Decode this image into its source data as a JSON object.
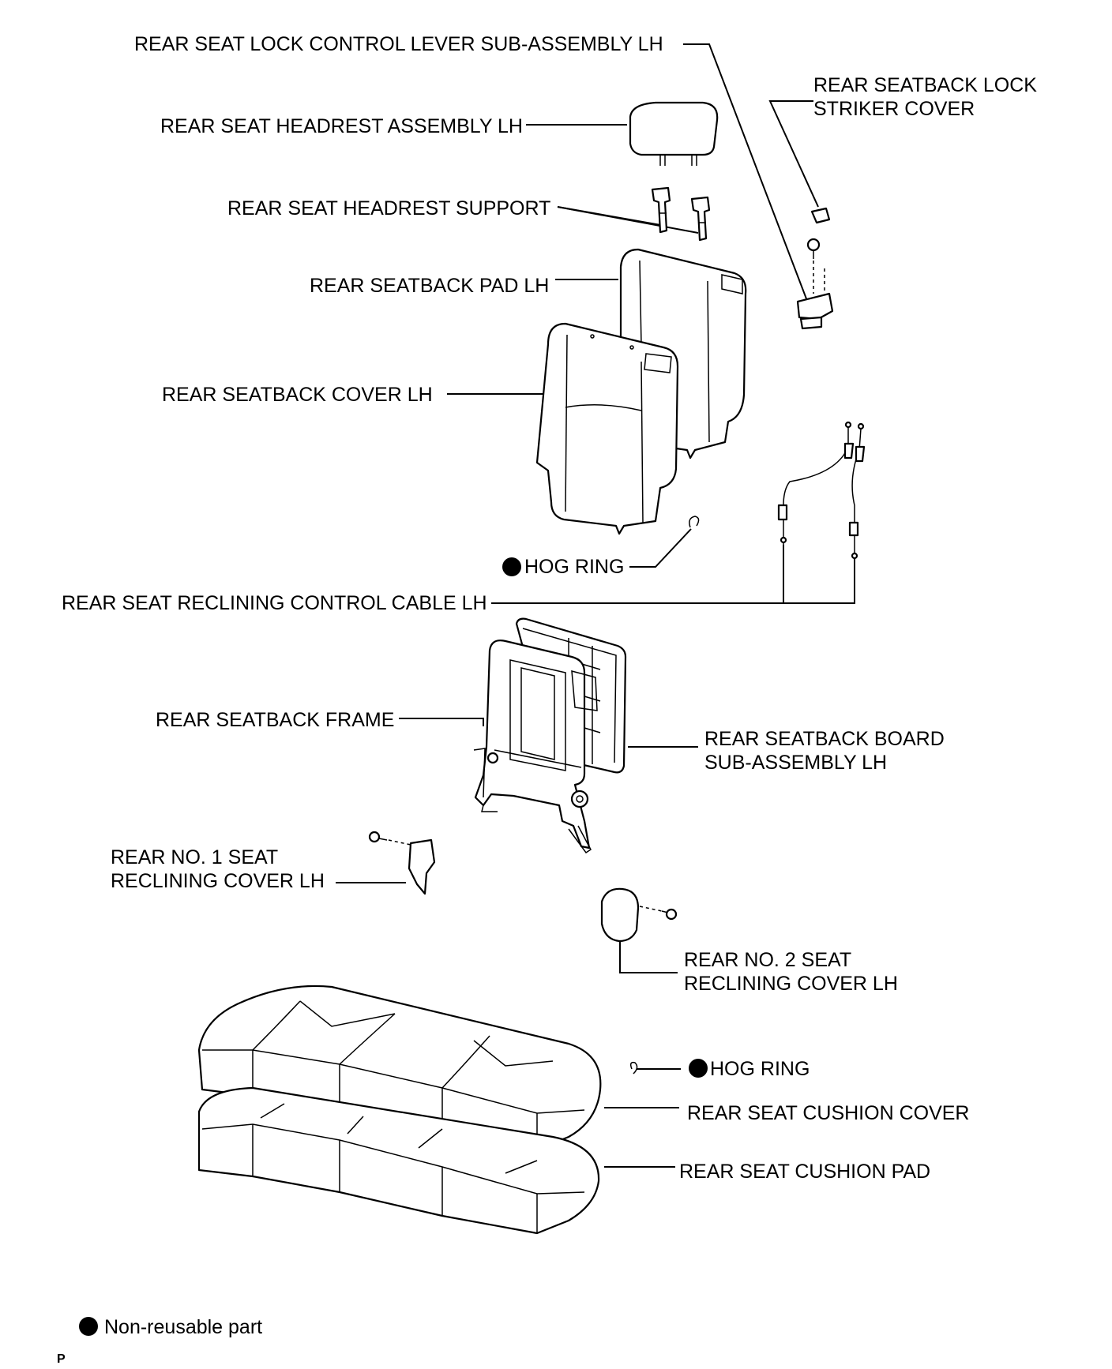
{
  "labels": {
    "lock_lever": "REAR SEAT LOCK CONTROL LEVER SUB-ASSEMBLY LH",
    "striker_cover_1": "REAR SEATBACK LOCK",
    "striker_cover_2": "STRIKER COVER",
    "headrest": "REAR SEAT HEADREST ASSEMBLY LH",
    "headrest_support": "REAR SEAT HEADREST SUPPORT",
    "seatback_pad": "REAR SEATBACK PAD LH",
    "seatback_cover": "REAR SEATBACK COVER LH",
    "hog_ring_1": "HOG RING",
    "recliner_cable": "REAR SEAT RECLINING CONTROL CABLE LH",
    "seatback_frame": "REAR SEATBACK FRAME",
    "seatback_board_1": "REAR SEATBACK BOARD",
    "seatback_board_2": "SUB-ASSEMBLY LH",
    "recl_cover_1_a": "REAR NO. 1 SEAT",
    "recl_cover_1_b": "RECLINING COVER LH",
    "recl_cover_2_a": "REAR NO. 2 SEAT",
    "recl_cover_2_b": "RECLINING COVER LH",
    "hog_ring_2": "HOG RING",
    "cushion_cover": "REAR SEAT CUSHION COVER",
    "cushion_pad": "REAR SEAT CUSHION PAD"
  },
  "legend": {
    "symbol": "black-dot-icon",
    "text": "Non-reusable part"
  },
  "corner_code": "P"
}
